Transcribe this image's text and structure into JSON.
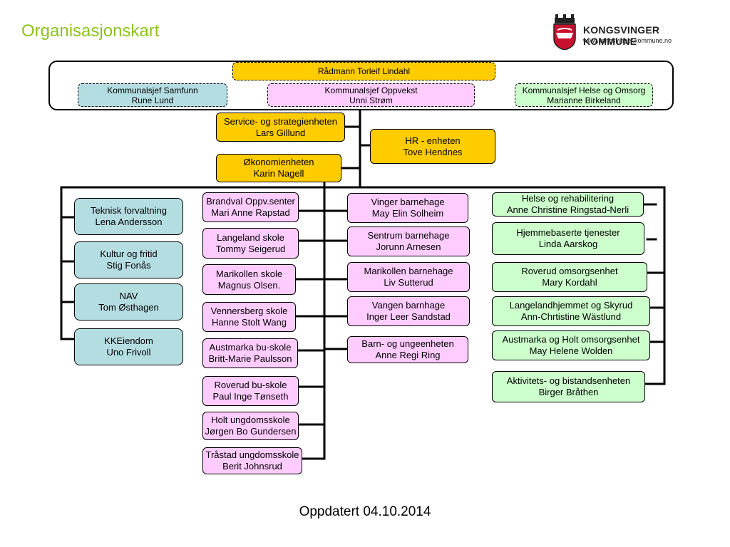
{
  "title": "Organisasjonskart",
  "logo": {
    "name": "KONGSVINGER KOMMUNE",
    "url": "www.kongsvinger.kommune.no",
    "icon": "municipal-crest"
  },
  "top": {
    "radmann": {
      "title": "Rådmann Torleif Lindahl"
    },
    "samfunn": {
      "title": "Kommunalsjef Samfunn",
      "name": "Rune Lund"
    },
    "oppvekst": {
      "title": "Kommunalsjef Oppvekst",
      "name": "Unni Strøm"
    },
    "helse": {
      "title": "Kommunalsjef Helse og Omsorg",
      "name": "Marianne Birkeland"
    }
  },
  "staff": [
    {
      "title": "Service- og strategienheten",
      "name": "Lars Gillund"
    },
    {
      "title": "Økonomienheten",
      "name": "Karin Nagell"
    },
    {
      "title": "HR - enheten",
      "name": "Tove Hendnes"
    }
  ],
  "samfunn_units": [
    {
      "title": "Teknisk forvaltning",
      "name": "Lena Andersson"
    },
    {
      "title": "Kultur og fritid",
      "name": "Stig Fonås"
    },
    {
      "title": "NAV",
      "name": "Tom Østhagen"
    },
    {
      "title": "KKEiendom",
      "name": "Uno Frivoll"
    }
  ],
  "schools": [
    {
      "title": "Brandval Oppv.senter",
      "name": "Mari Anne Rapstad"
    },
    {
      "title": "Langeland skole",
      "name": "Tommy Seigerud"
    },
    {
      "title": "Marikollen skole",
      "name": "Magnus Olsen."
    },
    {
      "title": "Vennersberg skole",
      "name": "Hanne Stolt Wang"
    },
    {
      "title": "Austmarka bu-skole",
      "name": "Britt-Marie Paulsson"
    },
    {
      "title": "Roverud bu-skole",
      "name": "Paul Inge Tønseth"
    },
    {
      "title": "Holt ungdomsskole",
      "name": "Jørgen Bo Gundersen"
    },
    {
      "title": "Tråstad ungdomsskole",
      "name": "Berit Johnsrud"
    }
  ],
  "kindergartens": [
    {
      "title": "Vinger barnehage",
      "name": "May Elin Solheim"
    },
    {
      "title": "Sentrum barnehage",
      "name": "Jorunn Arnesen"
    },
    {
      "title": "Marikollen barnehage",
      "name": "Liv Sutterud"
    },
    {
      "title": "Vangen  barnhage",
      "name": "Inger Leer Sandstad"
    },
    {
      "title": "Barn- og ungeenheten",
      "name": "Anne Regi Ring"
    }
  ],
  "health_units": [
    {
      "title": "Helse og rehabilitering",
      "name": "Anne Christine Ringstad-Nerli"
    },
    {
      "title": "Hjemmebaserte tjenester",
      "name": "Linda Aarskog"
    },
    {
      "title": "Roverud omsorgsenhet",
      "name": "Mary Kordahl"
    },
    {
      "title": "Langelandhjemmet og Skyrud",
      "name": "Ann-Chrtistine Wästlund"
    },
    {
      "title": "Austmarka og Holt omsorgsenhet",
      "name": "May Helene Wolden"
    },
    {
      "title": "Aktivitets- og bistandsenheten",
      "name": "Birger Bråthen"
    }
  ],
  "footer": "Oppdatert 04.10.2014"
}
